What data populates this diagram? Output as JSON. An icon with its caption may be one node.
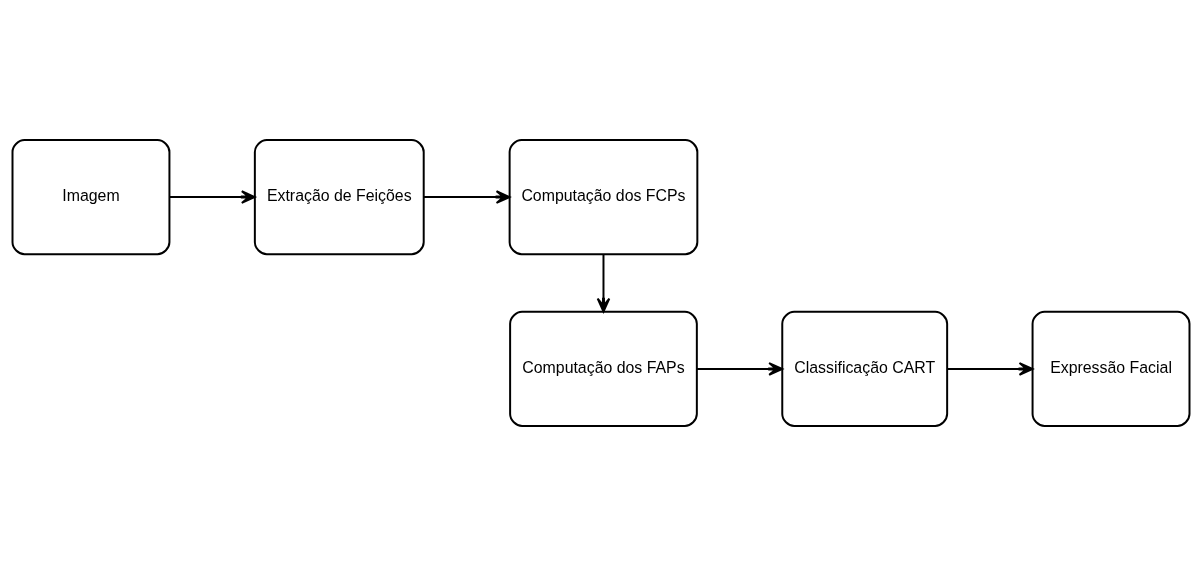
{
  "diagram": {
    "nodes": [
      {
        "text": [
          "Imagem"
        ]
      },
      {
        "text": [
          "Extração de Feições"
        ]
      },
      {
        "text": [
          "Computação dos FCPs"
        ]
      },
      {
        "text": [
          "Computação dos FAPs"
        ]
      },
      {
        "text": [
          "Classificação CART"
        ]
      },
      {
        "text": [
          "Expressão Facial"
        ]
      }
    ],
    "edges": [
      {
        "from": 0,
        "to": 1,
        "arrow": "to"
      },
      {
        "from": 1,
        "to": 2,
        "arrow": "to"
      },
      {
        "from": 2,
        "to": 3,
        "arrow": "to"
      },
      {
        "from": 3,
        "to": 4,
        "arrow": "to"
      },
      {
        "from": 4,
        "to": 5,
        "arrow": "to"
      }
    ]
  }
}
